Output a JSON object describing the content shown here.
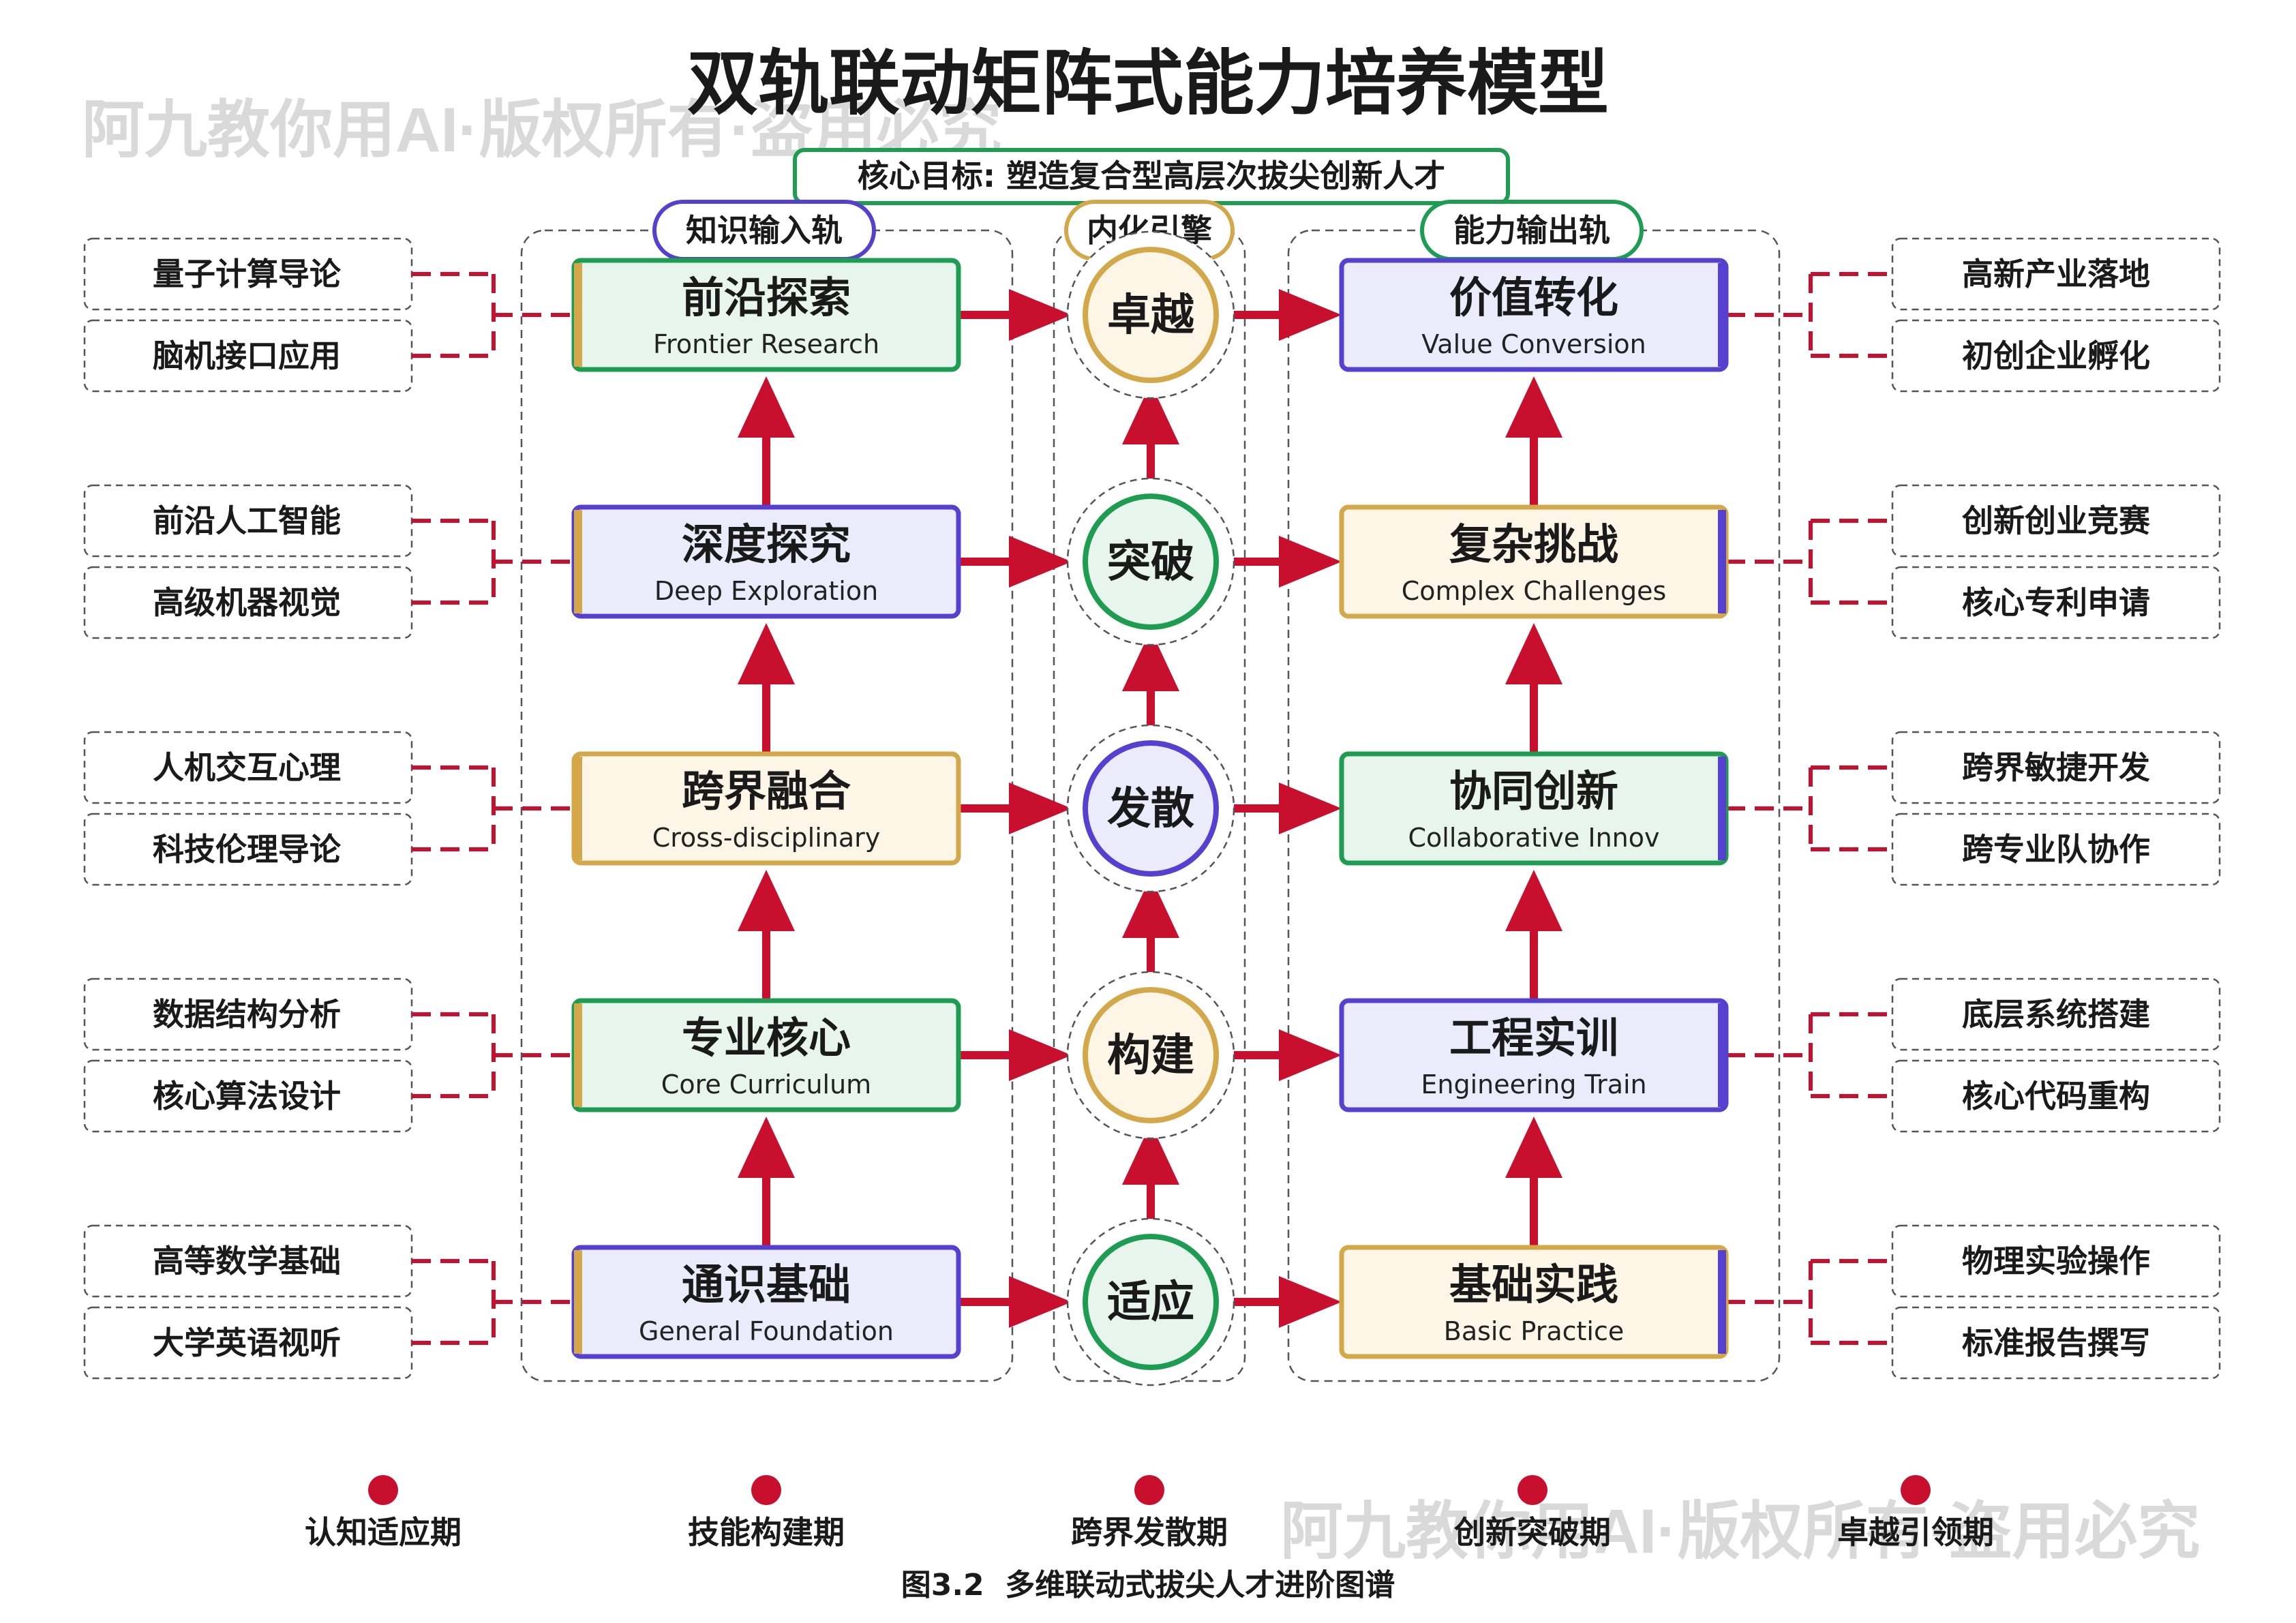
{
  "watermarks": [
    "阿九教你用AI·版权所有·盗用必究",
    "阿九教你用AI·版权所有·盗用必究"
  ],
  "title": "双轨联动矩阵式能力培养模型",
  "core_goal": "核心目标: 塑造复合型高层次拔尖创新人才",
  "track_labels": {
    "knowledge": "知识输入轨",
    "engine": "内化引擎",
    "ability": "能力输出轨"
  },
  "left_boxes": [
    {
      "zh": "前沿探索",
      "en": "Frontier Research",
      "style": "green"
    },
    {
      "zh": "深度探究",
      "en": "Deep Exploration",
      "style": "purple"
    },
    {
      "zh": "跨界融合",
      "en": "Cross-disciplinary",
      "style": "gold"
    },
    {
      "zh": "专业核心",
      "en": "Core Curriculum",
      "style": "green"
    },
    {
      "zh": "通识基础",
      "en": "General Foundation",
      "style": "purple"
    }
  ],
  "right_boxes": [
    {
      "zh": "价值转化",
      "en": "Value Conversion",
      "style": "purple"
    },
    {
      "zh": "复杂挑战",
      "en": "Complex Challenges",
      "style": "gold"
    },
    {
      "zh": "协同创新",
      "en": "Collaborative Innov",
      "style": "green"
    },
    {
      "zh": "工程实训",
      "en": "Engineering Train",
      "style": "purple"
    },
    {
      "zh": "基础实践",
      "en": "Basic Practice",
      "style": "gold"
    }
  ],
  "engine_nodes": [
    {
      "label": "卓越",
      "style": "gold"
    },
    {
      "label": "突破",
      "style": "green"
    },
    {
      "label": "发散",
      "style": "purple"
    },
    {
      "label": "构建",
      "style": "gold"
    },
    {
      "label": "适应",
      "style": "green"
    }
  ],
  "left_inputs": [
    [
      "量子计算导论",
      "脑机接口应用"
    ],
    [
      "前沿人工智能",
      "高级机器视觉"
    ],
    [
      "人机交互心理",
      "科技伦理导论"
    ],
    [
      "数据结构分析",
      "核心算法设计"
    ],
    [
      "高等数学基础",
      "大学英语视听"
    ]
  ],
  "right_outputs": [
    [
      "高新产业落地",
      "初创企业孵化"
    ],
    [
      "创新创业竞赛",
      "核心专利申请"
    ],
    [
      "跨界敏捷开发",
      "跨专业队协作"
    ],
    [
      "底层系统搭建",
      "核心代码重构"
    ],
    [
      "物理实验操作",
      "标准报告撰写"
    ]
  ],
  "timeline": [
    "认知适应期",
    "技能构建期",
    "跨界发散期",
    "创新突破期",
    "卓越引领期"
  ],
  "caption": "图3.2  多维联动式拔尖人才进阶图谱",
  "colors": {
    "red": "#C8102E",
    "green": "#1E9C52",
    "green_fill": "#E7F5EC",
    "purple": "#5540D0",
    "purple_fill": "#ECEBFB",
    "gold": "#D3A84A",
    "gold_fill": "#FDF5E5",
    "dark": "#1A1A1A"
  }
}
